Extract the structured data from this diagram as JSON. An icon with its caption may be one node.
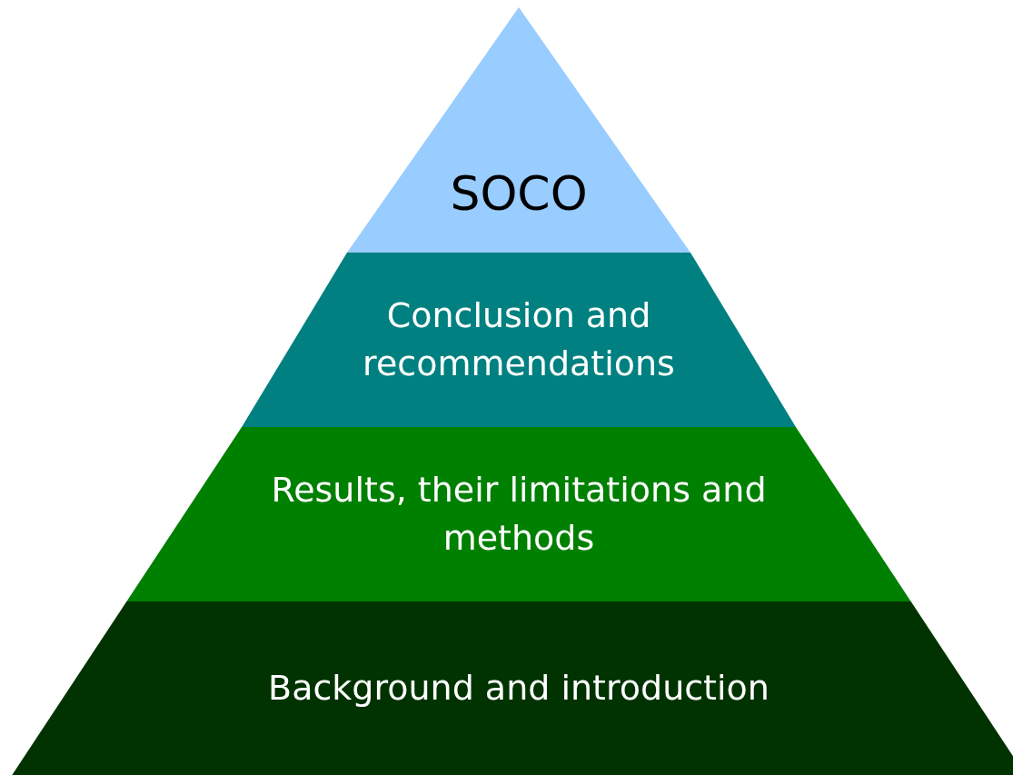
{
  "diagram": {
    "nodes": [
      {
        "text": [
          "SOCO"
        ]
      },
      {
        "text": [
          "Conclusion and recommendations"
        ]
      },
      {
        "text": [
          "Results, their limitations and methods"
        ]
      },
      {
        "text": [
          "Background and introduction"
        ]
      }
    ]
  }
}
